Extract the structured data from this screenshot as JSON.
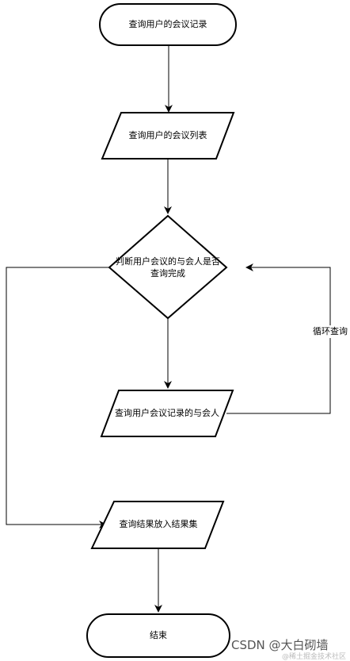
{
  "colors": {
    "stroke": "#000000",
    "fill": "#ffffff",
    "watermark": "#555555",
    "watermark_sub": "#bbbbbb"
  },
  "nodes": {
    "start": {
      "label": "查询用户的会议记录"
    },
    "list": {
      "label": "查询用户的会议列表"
    },
    "decision": {
      "line1": "判断用户会议的与会人是否",
      "line2": "查询完成"
    },
    "query": {
      "label": "查询用户会议记录的与会人"
    },
    "collect": {
      "label": "查询结果放入结果集"
    },
    "end": {
      "label": "结束"
    }
  },
  "edges": {
    "loop_label": "循环查询"
  },
  "watermark": {
    "main": "CSDN @大白砌墙",
    "sub": "@稀土掘金技术社区"
  }
}
